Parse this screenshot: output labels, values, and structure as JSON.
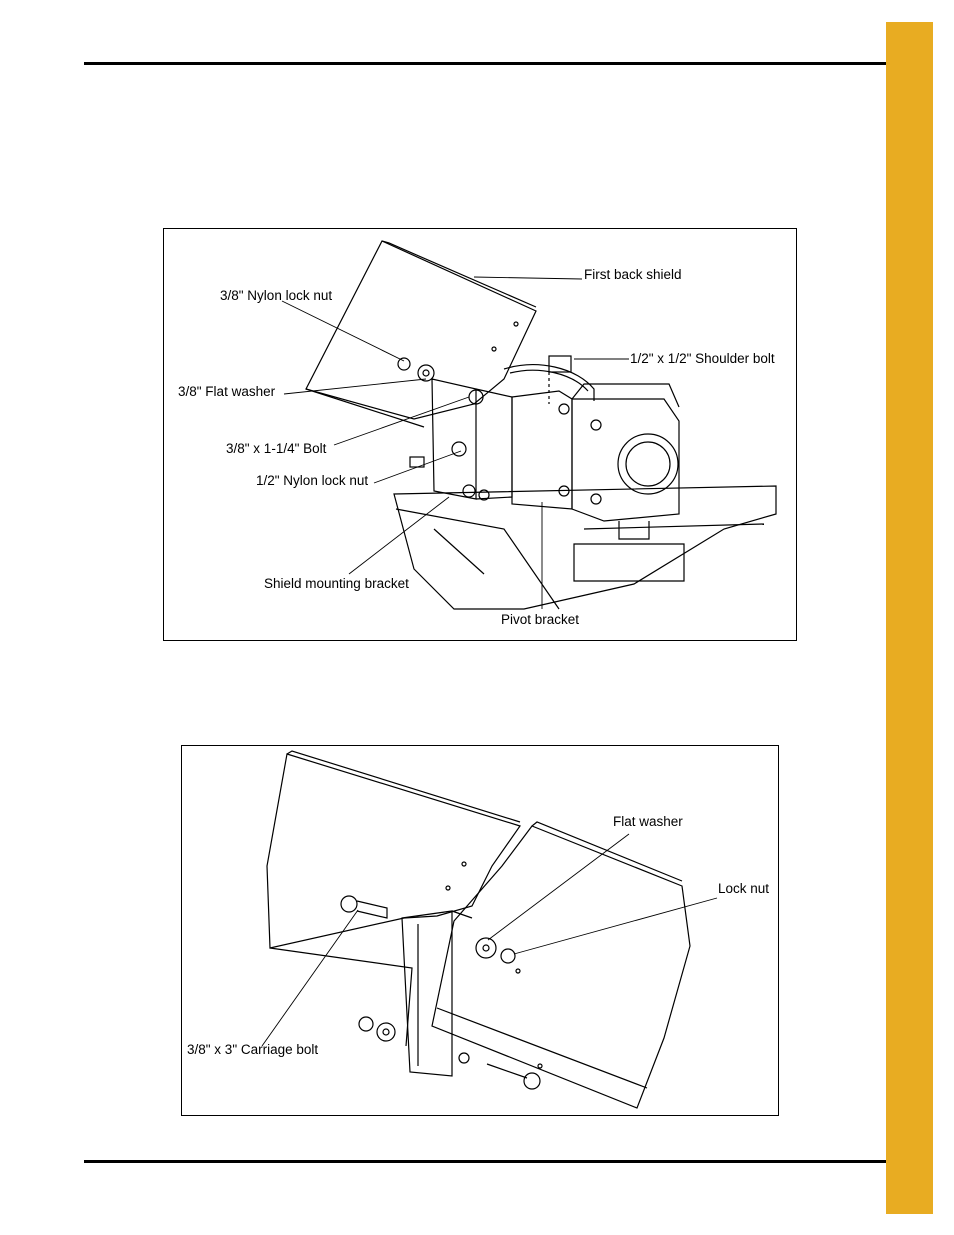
{
  "colors": {
    "tab": "#e8ac22",
    "ink": "#000000"
  },
  "figure1": {
    "labels": {
      "first_back_shield": "First back shield",
      "nylon_lock_nut_38": "3/8\" Nylon lock nut",
      "shoulder_bolt": "1/2\" x 1/2\" Shoulder bolt",
      "flat_washer_38": "3/8\" Flat washer",
      "bolt_38x114": "3/8\" x 1-1/4\" Bolt",
      "nylon_lock_nut_12": "1/2\" Nylon lock nut",
      "shield_mounting_bracket": "Shield mounting bracket",
      "pivot_bracket": "Pivot bracket"
    }
  },
  "figure2": {
    "labels": {
      "flat_washer": "Flat washer",
      "lock_nut": "Lock nut",
      "carriage_bolt": "3/8\" x 3\" Carriage bolt"
    }
  }
}
